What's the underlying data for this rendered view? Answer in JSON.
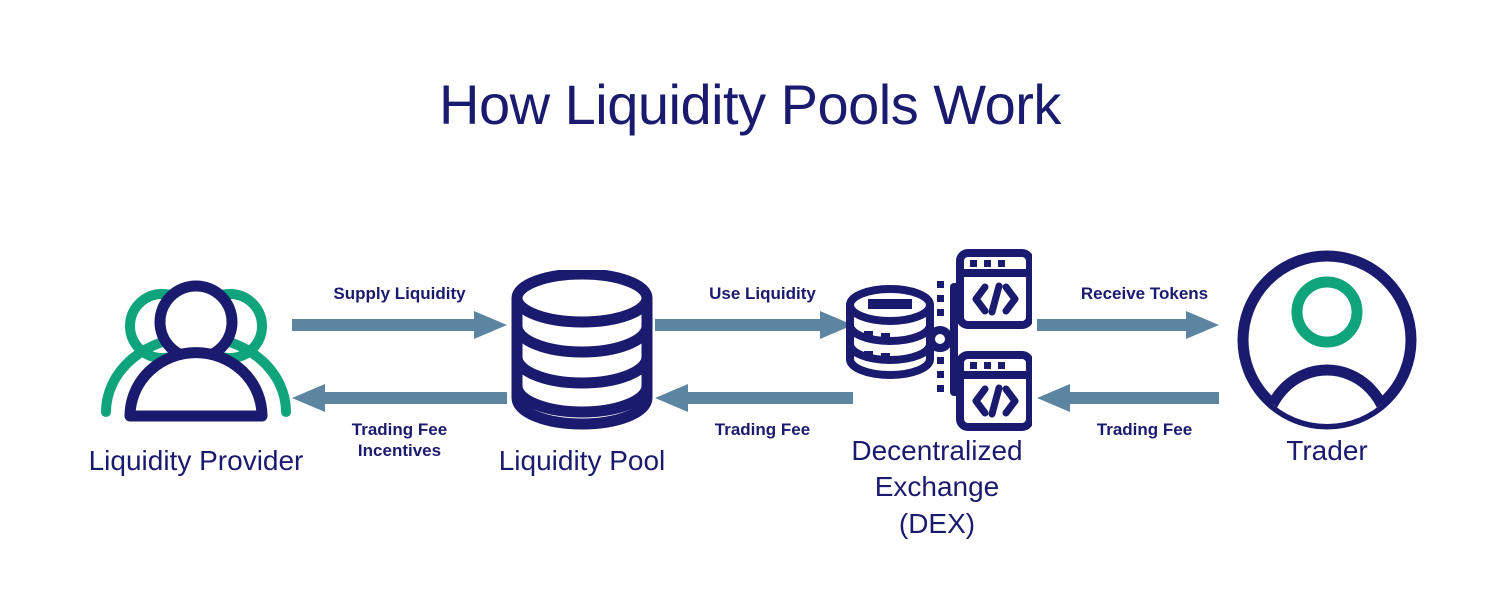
{
  "diagram": {
    "title": "How Liquidity Pools Work",
    "colors": {
      "navy": "#1a1a6e",
      "green": "#10a47c",
      "arrow": "#5b85a0",
      "background": "#ffffff"
    },
    "nodes": [
      {
        "id": "liquidity-provider",
        "label": "Liquidity Provider",
        "icon": "people-group-icon"
      },
      {
        "id": "liquidity-pool",
        "label": "Liquidity Pool",
        "icon": "database-cylinder-icon"
      },
      {
        "id": "decentralized-exchange",
        "label": "Decentralized Exchange\n(DEX)",
        "icon": "dex-servers-icon"
      },
      {
        "id": "trader",
        "label": "Trader",
        "icon": "user-avatar-icon"
      }
    ],
    "flows": [
      {
        "id": "lp-to-pool",
        "forward_label": "Supply Liquidity",
        "backward_label": "Trading Fee\nIncentives",
        "forward_icon": "arrow-right-icon",
        "backward_icon": "arrow-left-icon"
      },
      {
        "id": "pool-to-dex",
        "forward_label": "Use Liquidity",
        "backward_label": "Trading Fee",
        "forward_icon": "arrow-right-icon",
        "backward_icon": "arrow-left-icon"
      },
      {
        "id": "dex-to-trader",
        "forward_label": "Receive Tokens",
        "backward_label": "Trading Fee",
        "forward_icon": "arrow-right-icon",
        "backward_icon": "arrow-left-icon"
      }
    ]
  }
}
